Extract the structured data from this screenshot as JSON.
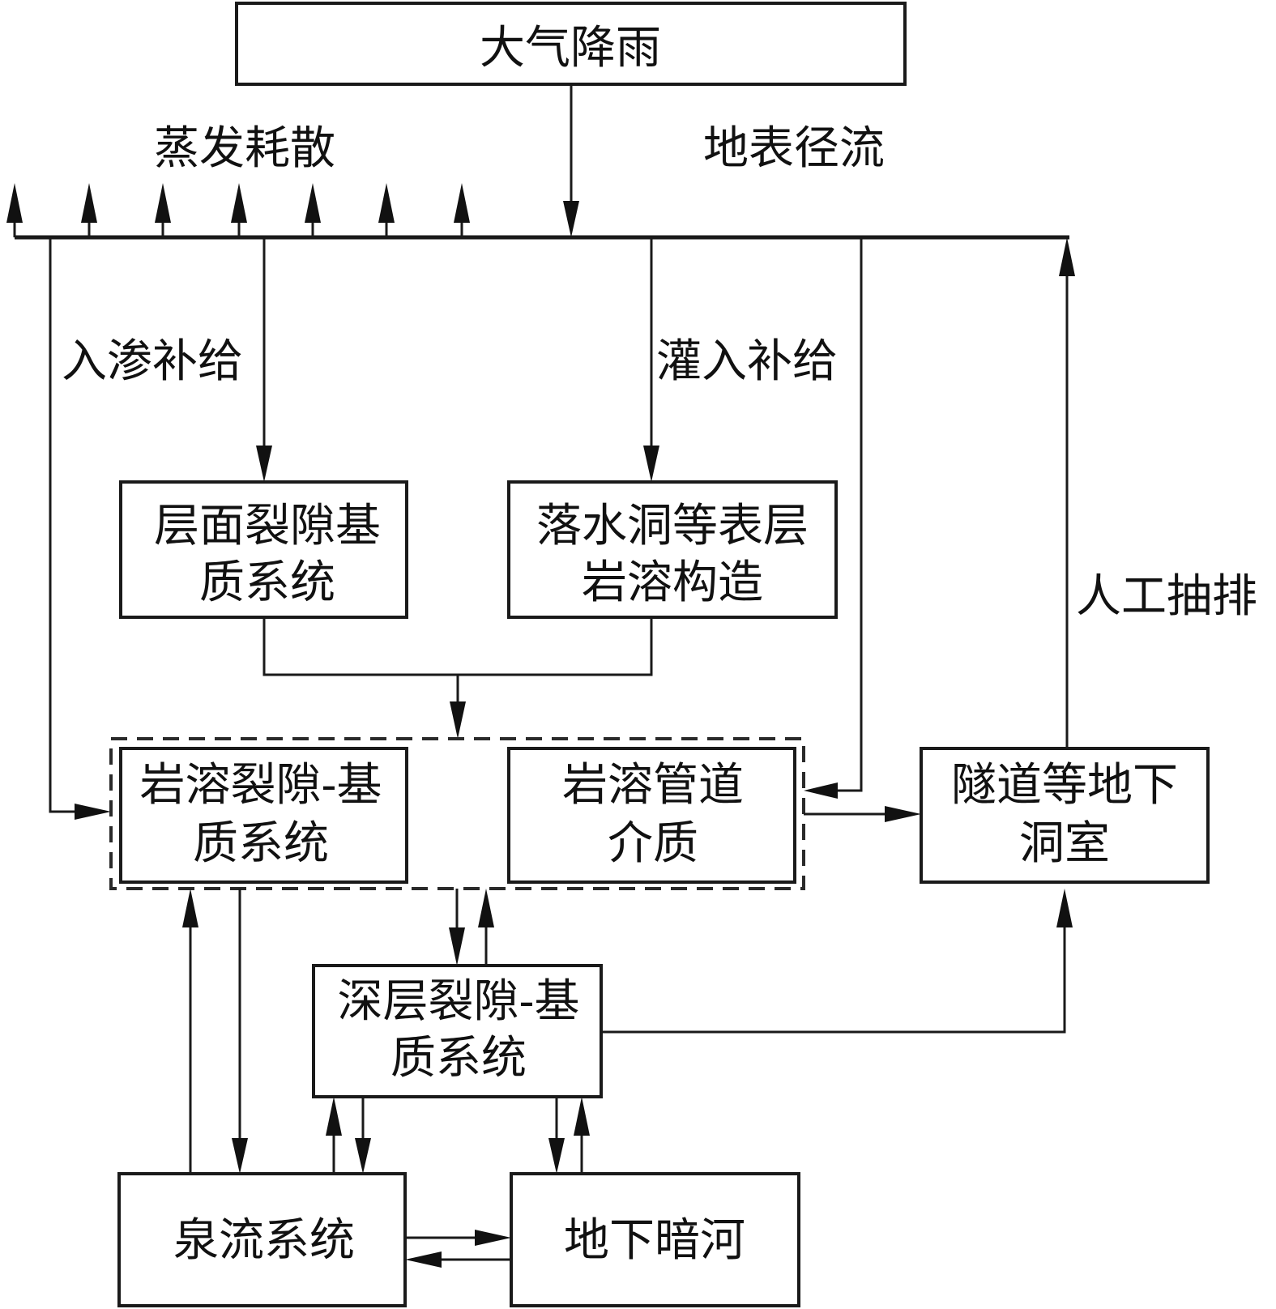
{
  "nodes": {
    "rainfall": {
      "label": "大气降雨"
    },
    "bedding": {
      "lines": [
        "层面裂隙基",
        "质系统"
      ]
    },
    "sinkhole": {
      "lines": [
        "落水洞等表层",
        "岩溶构造"
      ]
    },
    "fissure": {
      "lines": [
        "岩溶裂隙-基",
        "质系统"
      ]
    },
    "conduit": {
      "lines": [
        "岩溶管道",
        "介质"
      ]
    },
    "tunnel": {
      "lines": [
        "隧道等地下",
        "洞室"
      ]
    },
    "deep": {
      "lines": [
        "深层裂隙-基",
        "质系统"
      ]
    },
    "spring": {
      "label": "泉流系统"
    },
    "river": {
      "label": "地下暗河"
    }
  },
  "edge_labels": {
    "evaporation": "蒸发耗散",
    "runoff": "地表径流",
    "infiltration": "入渗补给",
    "injection": "灌入补给",
    "pumping": "人工抽排"
  }
}
